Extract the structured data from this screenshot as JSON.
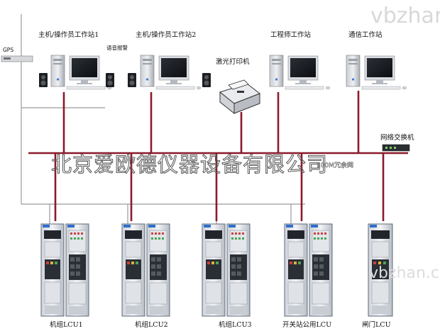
{
  "labels": {
    "gps": "GPS",
    "station1": "主机/操作员工作站1",
    "station2": "主机/操作员工作站2",
    "voice_alarm": "语音报警",
    "laser_printer": "激光打印机",
    "engineer_station": "工程师工作站",
    "comm_station": "通信工作站",
    "network_switch": "网络交换机",
    "lan_dup": "100M冗余网",
    "lcu1": "机组LCU1",
    "lcu2": "机组LCU2",
    "lcu3": "机组LCU3",
    "lcu_switch": "开关站公用LCU",
    "lcu_gate": "闸门LCU"
  },
  "watermarks": {
    "company": "北京爱欧德仪器设备有限公司",
    "site_top": "vbzhan.com",
    "site_bottom": "vbzhan.com"
  },
  "colors": {
    "network_line": "#8b1a2a",
    "gps_line": "#9a9a9a",
    "cabinet_frame": "#5e6a7a",
    "cabinet_panel": "#e6e8ec"
  }
}
